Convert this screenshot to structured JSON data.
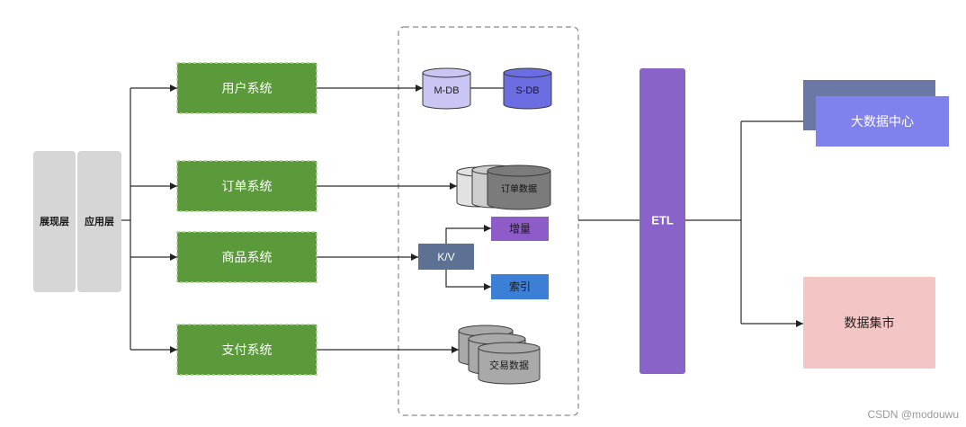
{
  "layers": {
    "presentation": "展现层",
    "application": "应用层"
  },
  "systems": {
    "user": "用户系统",
    "order": "订单系统",
    "product": "商品系统",
    "payment": "支付系统"
  },
  "storage": {
    "master_db": "M-DB",
    "slave_db": "S-DB",
    "order_data": "订单数据",
    "kv": "K/V",
    "incremental": "增量",
    "index": "索引",
    "trade_data": "交易数据"
  },
  "etl": "ETL",
  "targets": {
    "big_data_center": "大数据中心",
    "data_mart": "数据集市"
  },
  "watermark": "CSDN @modouwu",
  "colors": {
    "layer_gray": "#d6d6d6",
    "system_green": "#5b9a3a",
    "master_db": "#c9c6f3",
    "slave_db": "#6d6de3",
    "order_back_1": "#e2e2e2",
    "order_back_2": "#cdcdcd",
    "order_front": "#7b7b7b",
    "kv": "#5d7194",
    "incremental": "#8e5cc8",
    "index": "#3b7fd6",
    "trade_data": "#a9a9a9",
    "etl": "#8a63c9",
    "big_data_back": "#6b78a5",
    "big_data_front": "#8181ee",
    "data_mart": "#f3c5c4"
  }
}
